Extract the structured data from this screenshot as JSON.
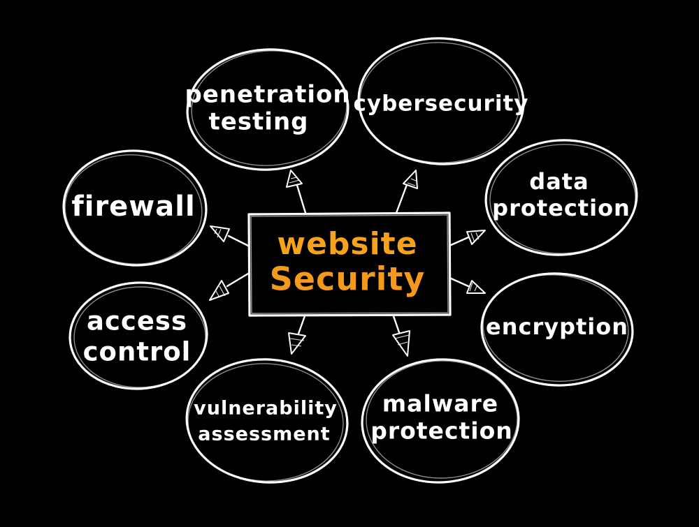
{
  "diagram": {
    "center": {
      "line1": "website",
      "line2": "Security",
      "color_line1": "#f7a21b",
      "color_line2": "#f39a1e"
    },
    "nodes": [
      {
        "id": "penetration-testing",
        "line1": "penetration",
        "line2": "testing"
      },
      {
        "id": "cybersecurity",
        "line1": "cybersecurity",
        "line2": ""
      },
      {
        "id": "data-protection",
        "line1": "data",
        "line2": "protection"
      },
      {
        "id": "encryption",
        "line1": "encryption",
        "line2": ""
      },
      {
        "id": "malware-protection",
        "line1": "malware",
        "line2": "protection"
      },
      {
        "id": "vulnerability-assessment",
        "line1": "vulnerability",
        "line2": "assessment"
      },
      {
        "id": "access-control",
        "line1": "access",
        "line2": "control"
      },
      {
        "id": "firewall",
        "line1": "firewall",
        "line2": ""
      }
    ],
    "colors": {
      "background": "#000000",
      "stroke": "#ffffff",
      "node_text": "#ffffff",
      "accent": "#f7a21b"
    }
  }
}
